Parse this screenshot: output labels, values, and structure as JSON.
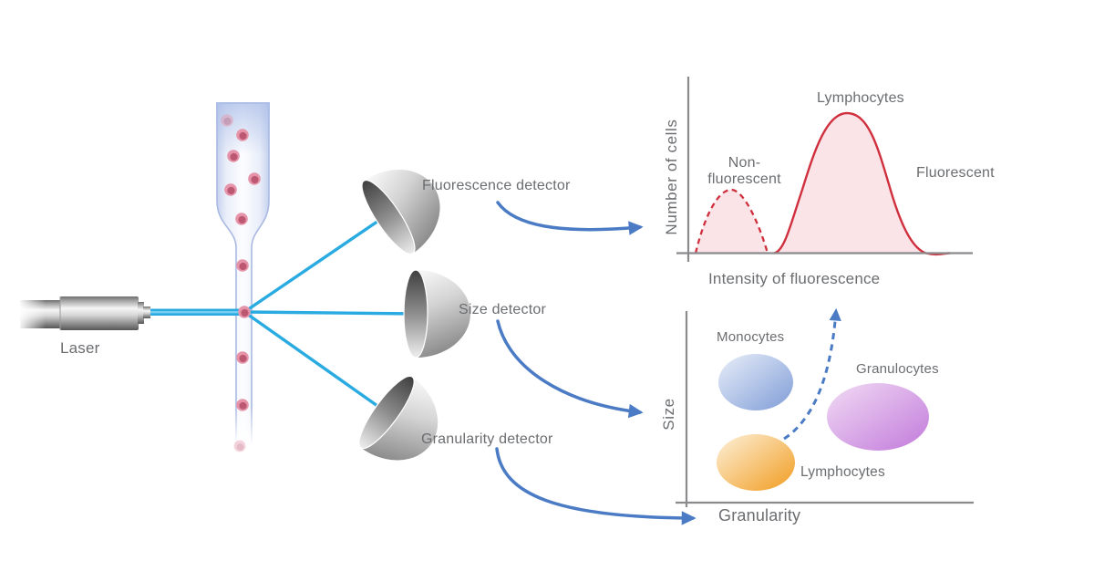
{
  "diagram": {
    "laser_label": "Laser",
    "detectors": {
      "fluorescence": "Fluorescence detector",
      "size": "Size detector",
      "granularity": "Granularity detector"
    }
  },
  "histogram": {
    "ylabel": "Number of cells",
    "xlabel": "Intensity of fluorescence",
    "peak_large_label": "Lymphocytes",
    "non_fluorescent_line1": "Non-",
    "non_fluorescent_line2": "fluorescent",
    "right_annotation": "Fluorescent"
  },
  "scatter": {
    "ylabel": "Size",
    "xlabel": "Granularity",
    "monocytes_label": "Monocytes",
    "granulocytes_label": "Granulocytes",
    "lymphocytes_label": "Lymphocytes"
  },
  "colors": {
    "beam_blue": "#29abe2",
    "arrow_blue": "#4a7bc4",
    "curve_red": "#d0303e",
    "curve_fill_pink": "#fae4e8",
    "axis_gray": "#8b8b8e",
    "text_gray": "#6b6d70",
    "monocytes_blue": "#7f9dd7",
    "granulocytes_purple": "#c27adb",
    "lymphocytes_orange": "#f19c20",
    "cell_pink": "#e694a9",
    "cell_core": "#bd5873"
  },
  "chart_data": [
    {
      "type": "area",
      "title": "Fluorescence histogram",
      "xlabel": "Intensity of fluorescence",
      "ylabel": "Number of cells",
      "axis_ticks": "none (schematic)",
      "series": [
        {
          "name": "Non-fluorescent",
          "style": "dashed red outline, pink fill",
          "peak_x_fraction": 0.14,
          "peak_height_fraction": 0.36,
          "x_span_fraction": [
            0.06,
            0.31
          ]
        },
        {
          "name": "Lymphocytes (Fluorescent)",
          "style": "solid red outline, pink fill",
          "peak_x_fraction": 0.56,
          "peak_height_fraction": 0.79,
          "x_span_fraction": [
            0.33,
            0.92
          ]
        }
      ]
    },
    {
      "type": "scatter",
      "title": "Size vs Granularity cluster plot",
      "xlabel": "Granularity",
      "ylabel": "Size",
      "axis_ticks": "none (schematic)",
      "clusters": [
        {
          "name": "Monocytes",
          "color": "#7f9dd7",
          "x_fraction": 0.24,
          "y_fraction": 0.62,
          "shape": "ellipse"
        },
        {
          "name": "Granulocytes",
          "color": "#c27adb",
          "x_fraction": 0.66,
          "y_fraction": 0.44,
          "shape": "ellipse"
        },
        {
          "name": "Lymphocytes",
          "color": "#f19c20",
          "x_fraction": 0.24,
          "y_fraction": 0.21,
          "shape": "ellipse"
        }
      ],
      "annotation_arrow": "dashed blue arrow from Lymphocytes cluster up to fluorescence histogram"
    }
  ]
}
